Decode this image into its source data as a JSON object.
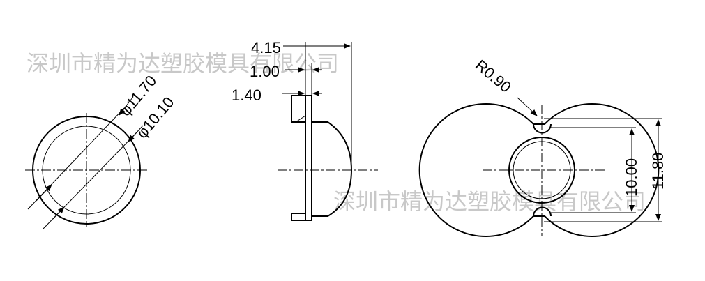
{
  "watermark": {
    "text": "深圳市精为达塑胶模具有限公司"
  },
  "front_view": {
    "outer_diameter_label": "φ11.70",
    "inner_diameter_label": "φ10.10"
  },
  "side_view": {
    "total_height_label": "4.15",
    "flange_thickness_label": "1.00",
    "rim_height_label": "1.40"
  },
  "back_view": {
    "radius_label": "R0.90",
    "inner_width_label": "10.00",
    "outer_width_label": "11.80"
  },
  "colors": {
    "line": "#000000",
    "watermark": "#c8c8c8",
    "background": "#ffffff"
  }
}
